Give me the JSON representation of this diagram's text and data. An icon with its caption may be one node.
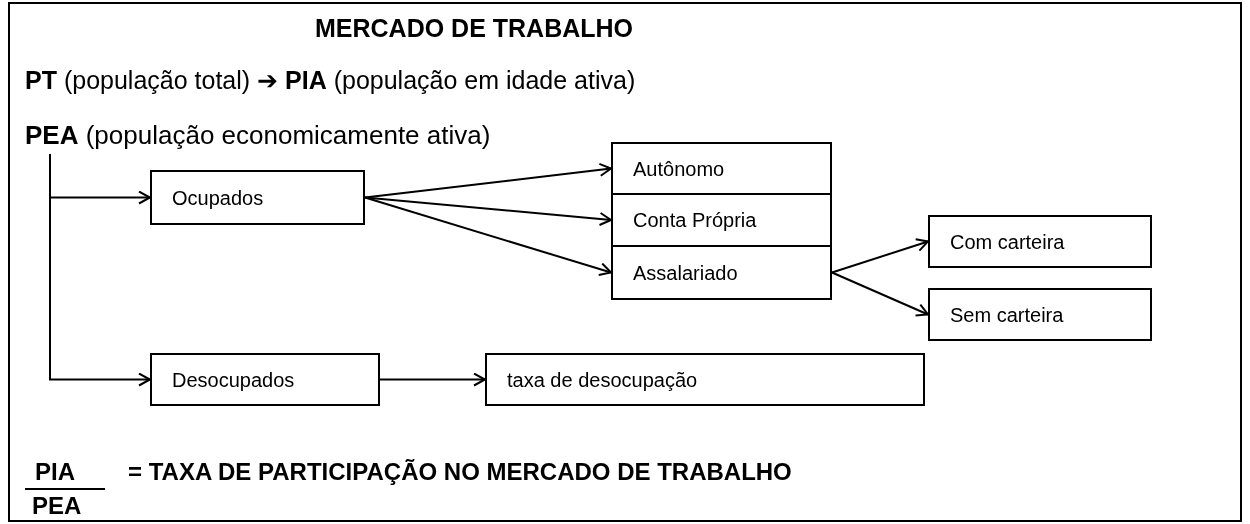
{
  "diagram": {
    "title": "MERCADO DE TRABALHO",
    "nodes": [
      {
        "text": [
          "**PEA** (população economicamente ativa)"
        ]
      },
      {
        "text": [
          "Ocupados"
        ]
      },
      {
        "text": [
          "Autônomo"
        ]
      },
      {
        "text": [
          "Conta Própria"
        ]
      },
      {
        "text": [
          "Assalariado"
        ]
      },
      {
        "text": [
          "Com carteira"
        ]
      },
      {
        "text": [
          "Sem carteira"
        ]
      },
      {
        "text": [
          "Desocupados"
        ]
      },
      {
        "text": [
          "taxa de desocupação"
        ]
      }
    ],
    "edges": [
      {
        "from": 0,
        "to": 1,
        "arrow": "to"
      },
      {
        "from": 0,
        "to": 7,
        "arrow": "to"
      },
      {
        "from": 1,
        "to": 2,
        "arrow": "to"
      },
      {
        "from": 1,
        "to": 3,
        "arrow": "to"
      },
      {
        "from": 1,
        "to": 4,
        "arrow": "to"
      },
      {
        "from": 4,
        "to": 5,
        "arrow": "to"
      },
      {
        "from": 4,
        "to": 6,
        "arrow": "to"
      },
      {
        "from": 7,
        "to": 8,
        "arrow": "to"
      }
    ],
    "labels": [
      "**PT** (população total) ➔ **PIA** (população em idade ativa)",
      "PIA",
      "PEA",
      "= TAXA DE PARTICIPAÇÃO NO MERCADO DE TRABALHO"
    ]
  }
}
